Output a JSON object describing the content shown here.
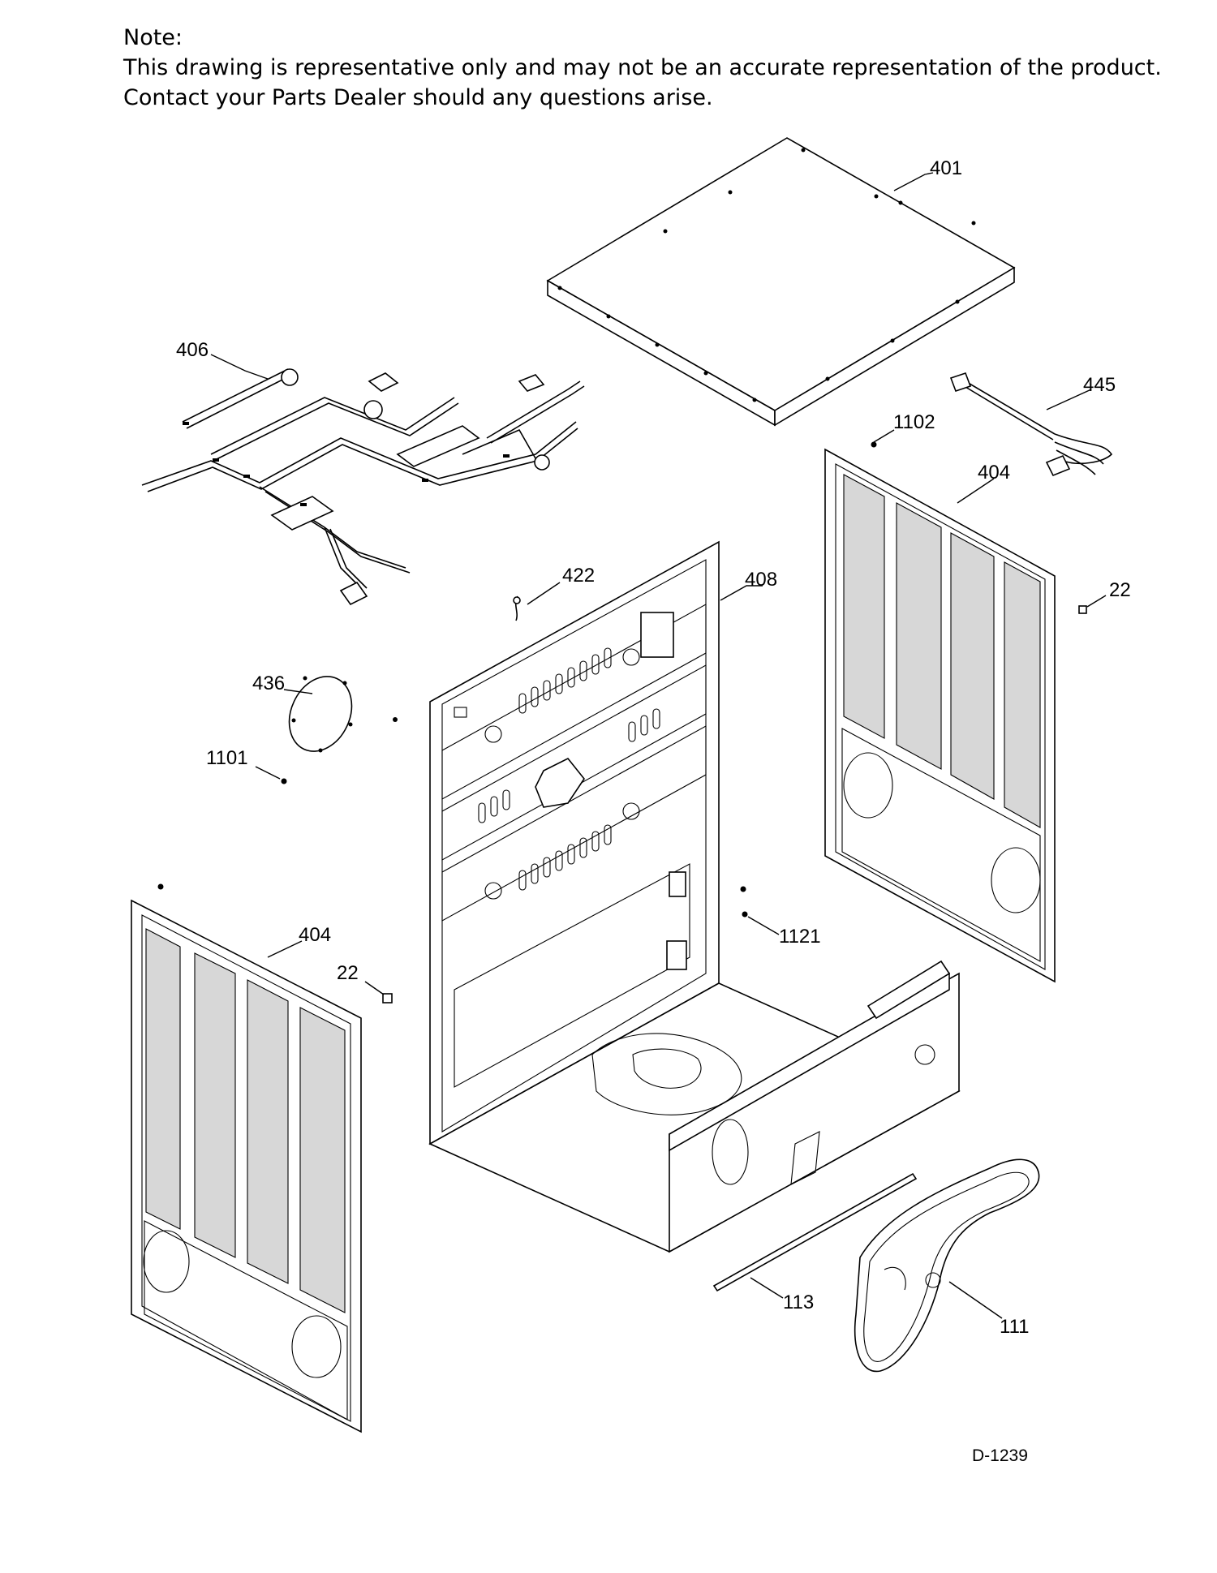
{
  "note": {
    "heading": "Note:",
    "line1": "This drawing is representative only and may not be an accurate representation of the product.",
    "line2": "Contact your Parts Dealer should any questions arise."
  },
  "callouts": {
    "c401": "401",
    "c406": "406",
    "c445": "445",
    "c1102": "1102",
    "c404_right": "404",
    "c22_right": "22",
    "c408": "408",
    "c422": "422",
    "c436": "436",
    "c1101": "1101",
    "c404_left": "404",
    "c22_left": "22",
    "c1121": "1121",
    "c113": "113",
    "c111": "111"
  },
  "drawing_code": "D-1239"
}
